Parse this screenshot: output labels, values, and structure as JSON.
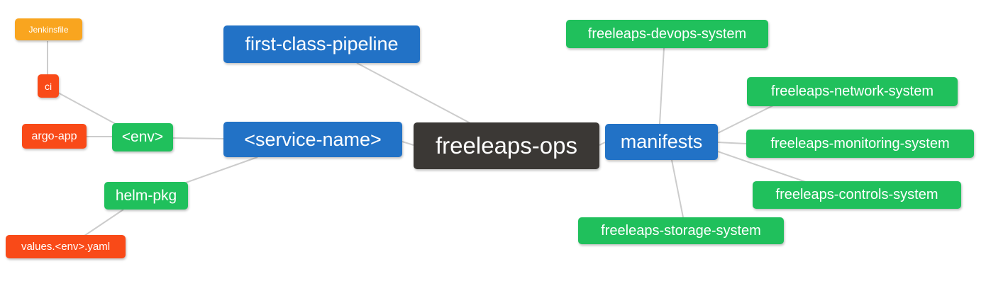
{
  "diagram": {
    "type": "mindmap",
    "background": "#ffffff"
  },
  "palette": {
    "root_bg": "#3B3835",
    "level2_bg": "#2272C6",
    "level3_bg": "#20C05C",
    "level4_bg": "#F94A18",
    "level5_bg": "#F9A51F",
    "edge": "#cccccc",
    "node_text": "#ffffff"
  },
  "nodes": {
    "root": {
      "label": "freeleaps-ops",
      "level": 1
    },
    "first_class_pipeline": {
      "label": "first-class-pipeline",
      "level": 2
    },
    "service_name": {
      "label": "<service-name>",
      "level": 2
    },
    "manifests": {
      "label": "manifests",
      "level": 2
    },
    "env": {
      "label": "<env>",
      "level": 3
    },
    "helm_pkg": {
      "label": "helm-pkg",
      "level": 3
    },
    "argo_app": {
      "label": "argo-app",
      "level": 4
    },
    "ci": {
      "label": "ci",
      "level": 4
    },
    "jenkinsfile": {
      "label": "Jenkinsfile",
      "level": 5
    },
    "values_env_yaml": {
      "label": "values.<env>.yaml",
      "level": 4
    },
    "devops_system": {
      "label": "freeleaps-devops-system",
      "level": 3
    },
    "network_system": {
      "label": "freeleaps-network-system",
      "level": 3
    },
    "monitoring_system": {
      "label": "freeleaps-monitoring-system",
      "level": 3
    },
    "controls_system": {
      "label": "freeleaps-controls-system",
      "level": 3
    },
    "storage_system": {
      "label": "freeleaps-storage-system",
      "level": 3
    }
  },
  "edges": [
    {
      "from": "jenkinsfile",
      "to": "ci"
    },
    {
      "from": "ci",
      "to": "env"
    },
    {
      "from": "argo_app",
      "to": "env"
    },
    {
      "from": "env",
      "to": "service_name"
    },
    {
      "from": "service_name",
      "to": "root"
    },
    {
      "from": "first_class_pipeline",
      "to": "root"
    },
    {
      "from": "service_name",
      "to": "helm_pkg"
    },
    {
      "from": "helm_pkg",
      "to": "values_env_yaml"
    },
    {
      "from": "root",
      "to": "manifests"
    },
    {
      "from": "manifests",
      "to": "devops_system"
    },
    {
      "from": "manifests",
      "to": "network_system"
    },
    {
      "from": "manifests",
      "to": "monitoring_system"
    },
    {
      "from": "manifests",
      "to": "controls_system"
    },
    {
      "from": "manifests",
      "to": "storage_system"
    }
  ]
}
